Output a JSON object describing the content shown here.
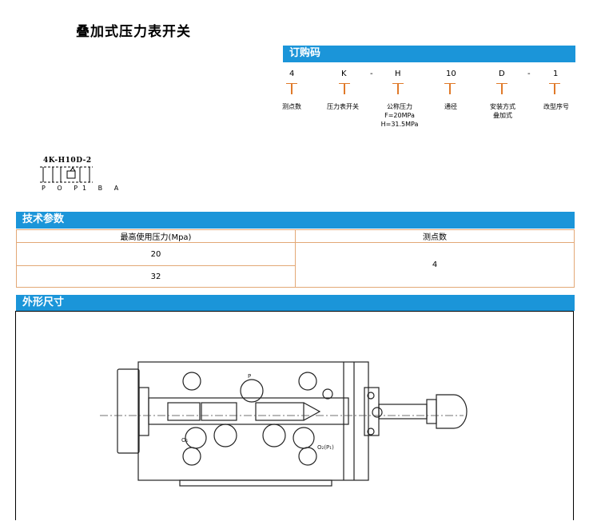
{
  "page_title": "叠加式压力表开关",
  "order_code": {
    "header": "订购码",
    "segments": [
      {
        "code": "4",
        "desc": [
          "测点数"
        ]
      },
      {
        "code": "K",
        "desc": [
          "压力表开关"
        ]
      },
      {
        "code": "-",
        "desc": []
      },
      {
        "code": "H",
        "desc": [
          "公称压力",
          "F=20MPa",
          "H=31.5MPa"
        ]
      },
      {
        "code": "10",
        "desc": [
          "通径"
        ]
      },
      {
        "code": "D",
        "desc": [
          "安装方式",
          "叠加式"
        ]
      },
      {
        "code": "-",
        "desc": []
      },
      {
        "code": "1",
        "desc": [
          "改型序号"
        ]
      }
    ]
  },
  "symbol": {
    "label": "4K-H10D-2",
    "ports": "P O P1 B A"
  },
  "tech_params": {
    "header": "技术参数",
    "columns": [
      "最高使用压力(Mpa)",
      "测点数"
    ],
    "pressures": [
      "20",
      "32"
    ],
    "points": "4"
  },
  "dimensions": {
    "header": "外形尺寸",
    "labels": {
      "p": "P",
      "o1": "O₁",
      "o2": "O₂(P₁)"
    }
  }
}
